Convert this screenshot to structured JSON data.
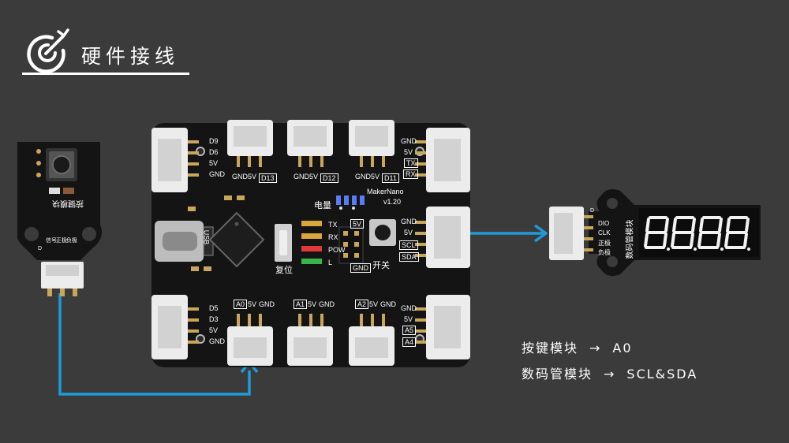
{
  "header": {
    "title": "硬件接线",
    "icon": "target-arrow-icon"
  },
  "board": {
    "name": "MakerNano",
    "version": "v1.20",
    "left_top_pins": [
      "D9",
      "D6",
      "5V",
      "GND"
    ],
    "left_bottom_pins": [
      "D5",
      "D3",
      "5V",
      "GND"
    ],
    "top_connectors": [
      {
        "labels": [
          "GND",
          "5V",
          "D13"
        ]
      },
      {
        "labels": [
          "GND",
          "5V",
          "D12"
        ]
      },
      {
        "labels": [
          "GND",
          "5V",
          "D11"
        ]
      }
    ],
    "bottom_connectors": [
      {
        "labels": [
          "A0",
          "5V",
          "GND"
        ]
      },
      {
        "labels": [
          "A1",
          "5V",
          "GND"
        ]
      },
      {
        "labels": [
          "A2",
          "5V",
          "GND"
        ]
      }
    ],
    "right_top_pins": [
      "GND",
      "5V",
      "TX",
      "RX"
    ],
    "right_mid_pins": [
      "GND",
      "5V",
      "SCL",
      "SDA"
    ],
    "right_bottom_pins": [
      "GND",
      "5V",
      "A5",
      "A4"
    ],
    "led_labels": [
      "TX",
      "RX",
      "POW",
      "L"
    ],
    "usb_label": "USB",
    "reset_label": "复位",
    "switch_label": "开关",
    "power_label": "电量",
    "header_labels": [
      "5V",
      "GND"
    ]
  },
  "button_module": {
    "title": "按键模块",
    "pins": [
      "D",
      "信号",
      "正极",
      "负极"
    ]
  },
  "display_module": {
    "title": "数码管模块",
    "pins": [
      "D",
      "DIO",
      "CLK",
      "正极",
      "负极"
    ]
  },
  "notes": [
    {
      "module": "按键模块",
      "arrow": "→",
      "target": "A0"
    },
    {
      "module": "数码管模块",
      "arrow": "→",
      "target": "SCL&SDA"
    }
  ],
  "colors": {
    "background": "#3b3b3b",
    "wire": "#1e9bd8",
    "pcb": "#141414",
    "connector": "#ececec",
    "segment": "#f2f2f2"
  }
}
